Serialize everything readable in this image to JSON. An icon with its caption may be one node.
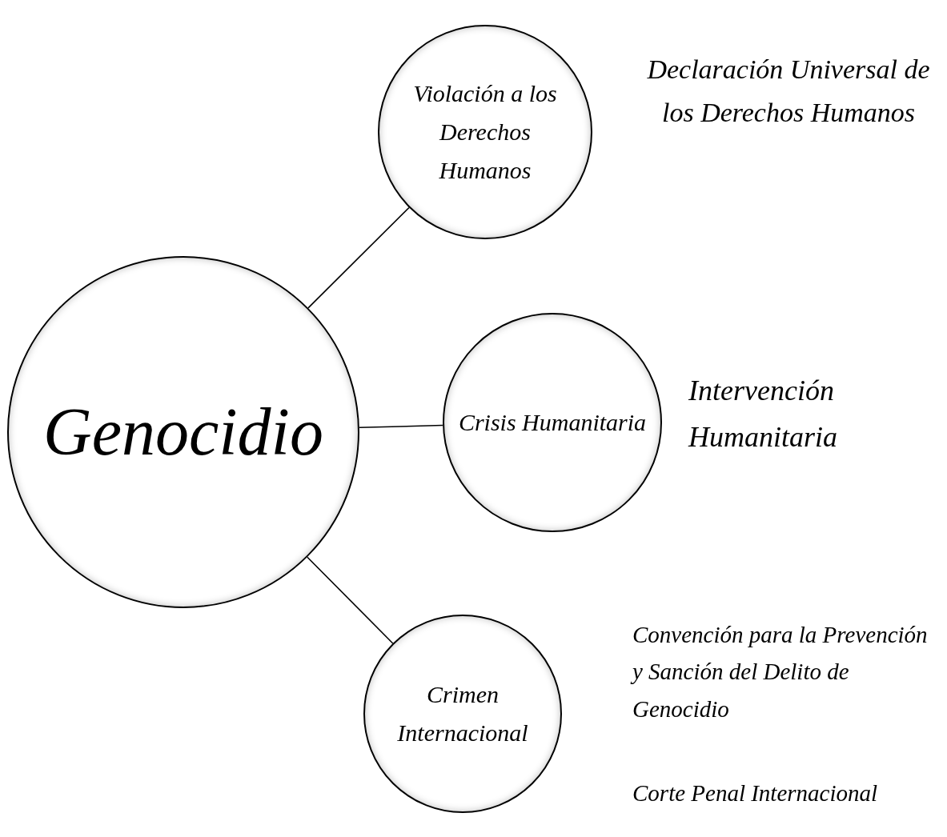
{
  "diagram": {
    "nodes": [
      {
        "text": [
          "Genocidio"
        ]
      },
      {
        "text": [
          "Violación a los Derechos Humanos"
        ]
      },
      {
        "text": [
          "Crisis Humanitaria"
        ]
      },
      {
        "text": [
          "Crimen Internacional"
        ]
      }
    ],
    "edges": [
      {
        "from": 0,
        "to": 1,
        "arrow": "none"
      },
      {
        "from": 0,
        "to": 2,
        "arrow": "none"
      },
      {
        "from": 0,
        "to": 3,
        "arrow": "none"
      }
    ],
    "labels": [
      "Declaración Universal de los Derechos Humanos",
      "Intervención Humanitaria",
      "Convención para la Prevención y Sanción del Delito de Genocidio",
      "Corte Penal Internacional"
    ]
  }
}
